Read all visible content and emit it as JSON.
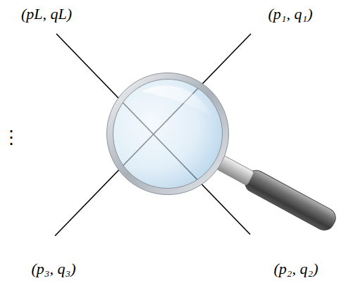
{
  "diagram": {
    "labels": [
      "(pL, qL)",
      "(p₁, q₁)",
      "(p₃, q₃)",
      "(p₂, q₂)",
      "⋮"
    ]
  }
}
